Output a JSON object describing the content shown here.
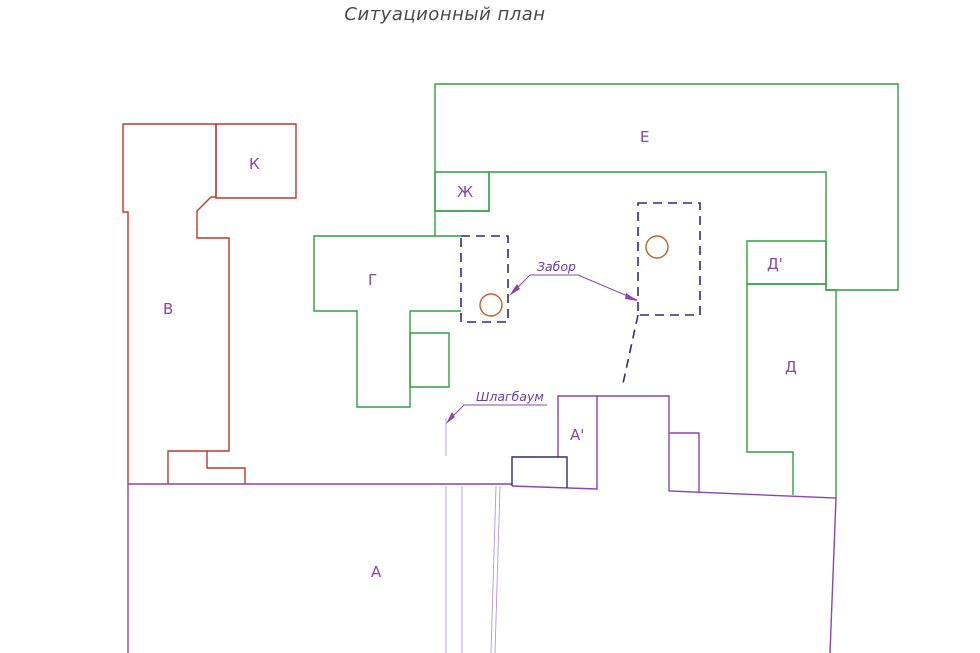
{
  "title": "Ситуационный план",
  "labels": {
    "A": "А",
    "A_prime": "А'",
    "B": "В",
    "G": "Г",
    "D": "Д",
    "D_prime": "Д'",
    "E": "Е",
    "Zh": "Ж",
    "K": "К"
  },
  "callouts": {
    "fence": "Забор",
    "barrier": "Шлагбаум"
  },
  "colors": {
    "building_b_k": "#c0392b",
    "buildings_g_d_e": "#2ea043",
    "buildings_a": "#8e44ad",
    "fence": "#2c2f7c",
    "trees": "#c0622b",
    "labels": "#8a45a8"
  }
}
